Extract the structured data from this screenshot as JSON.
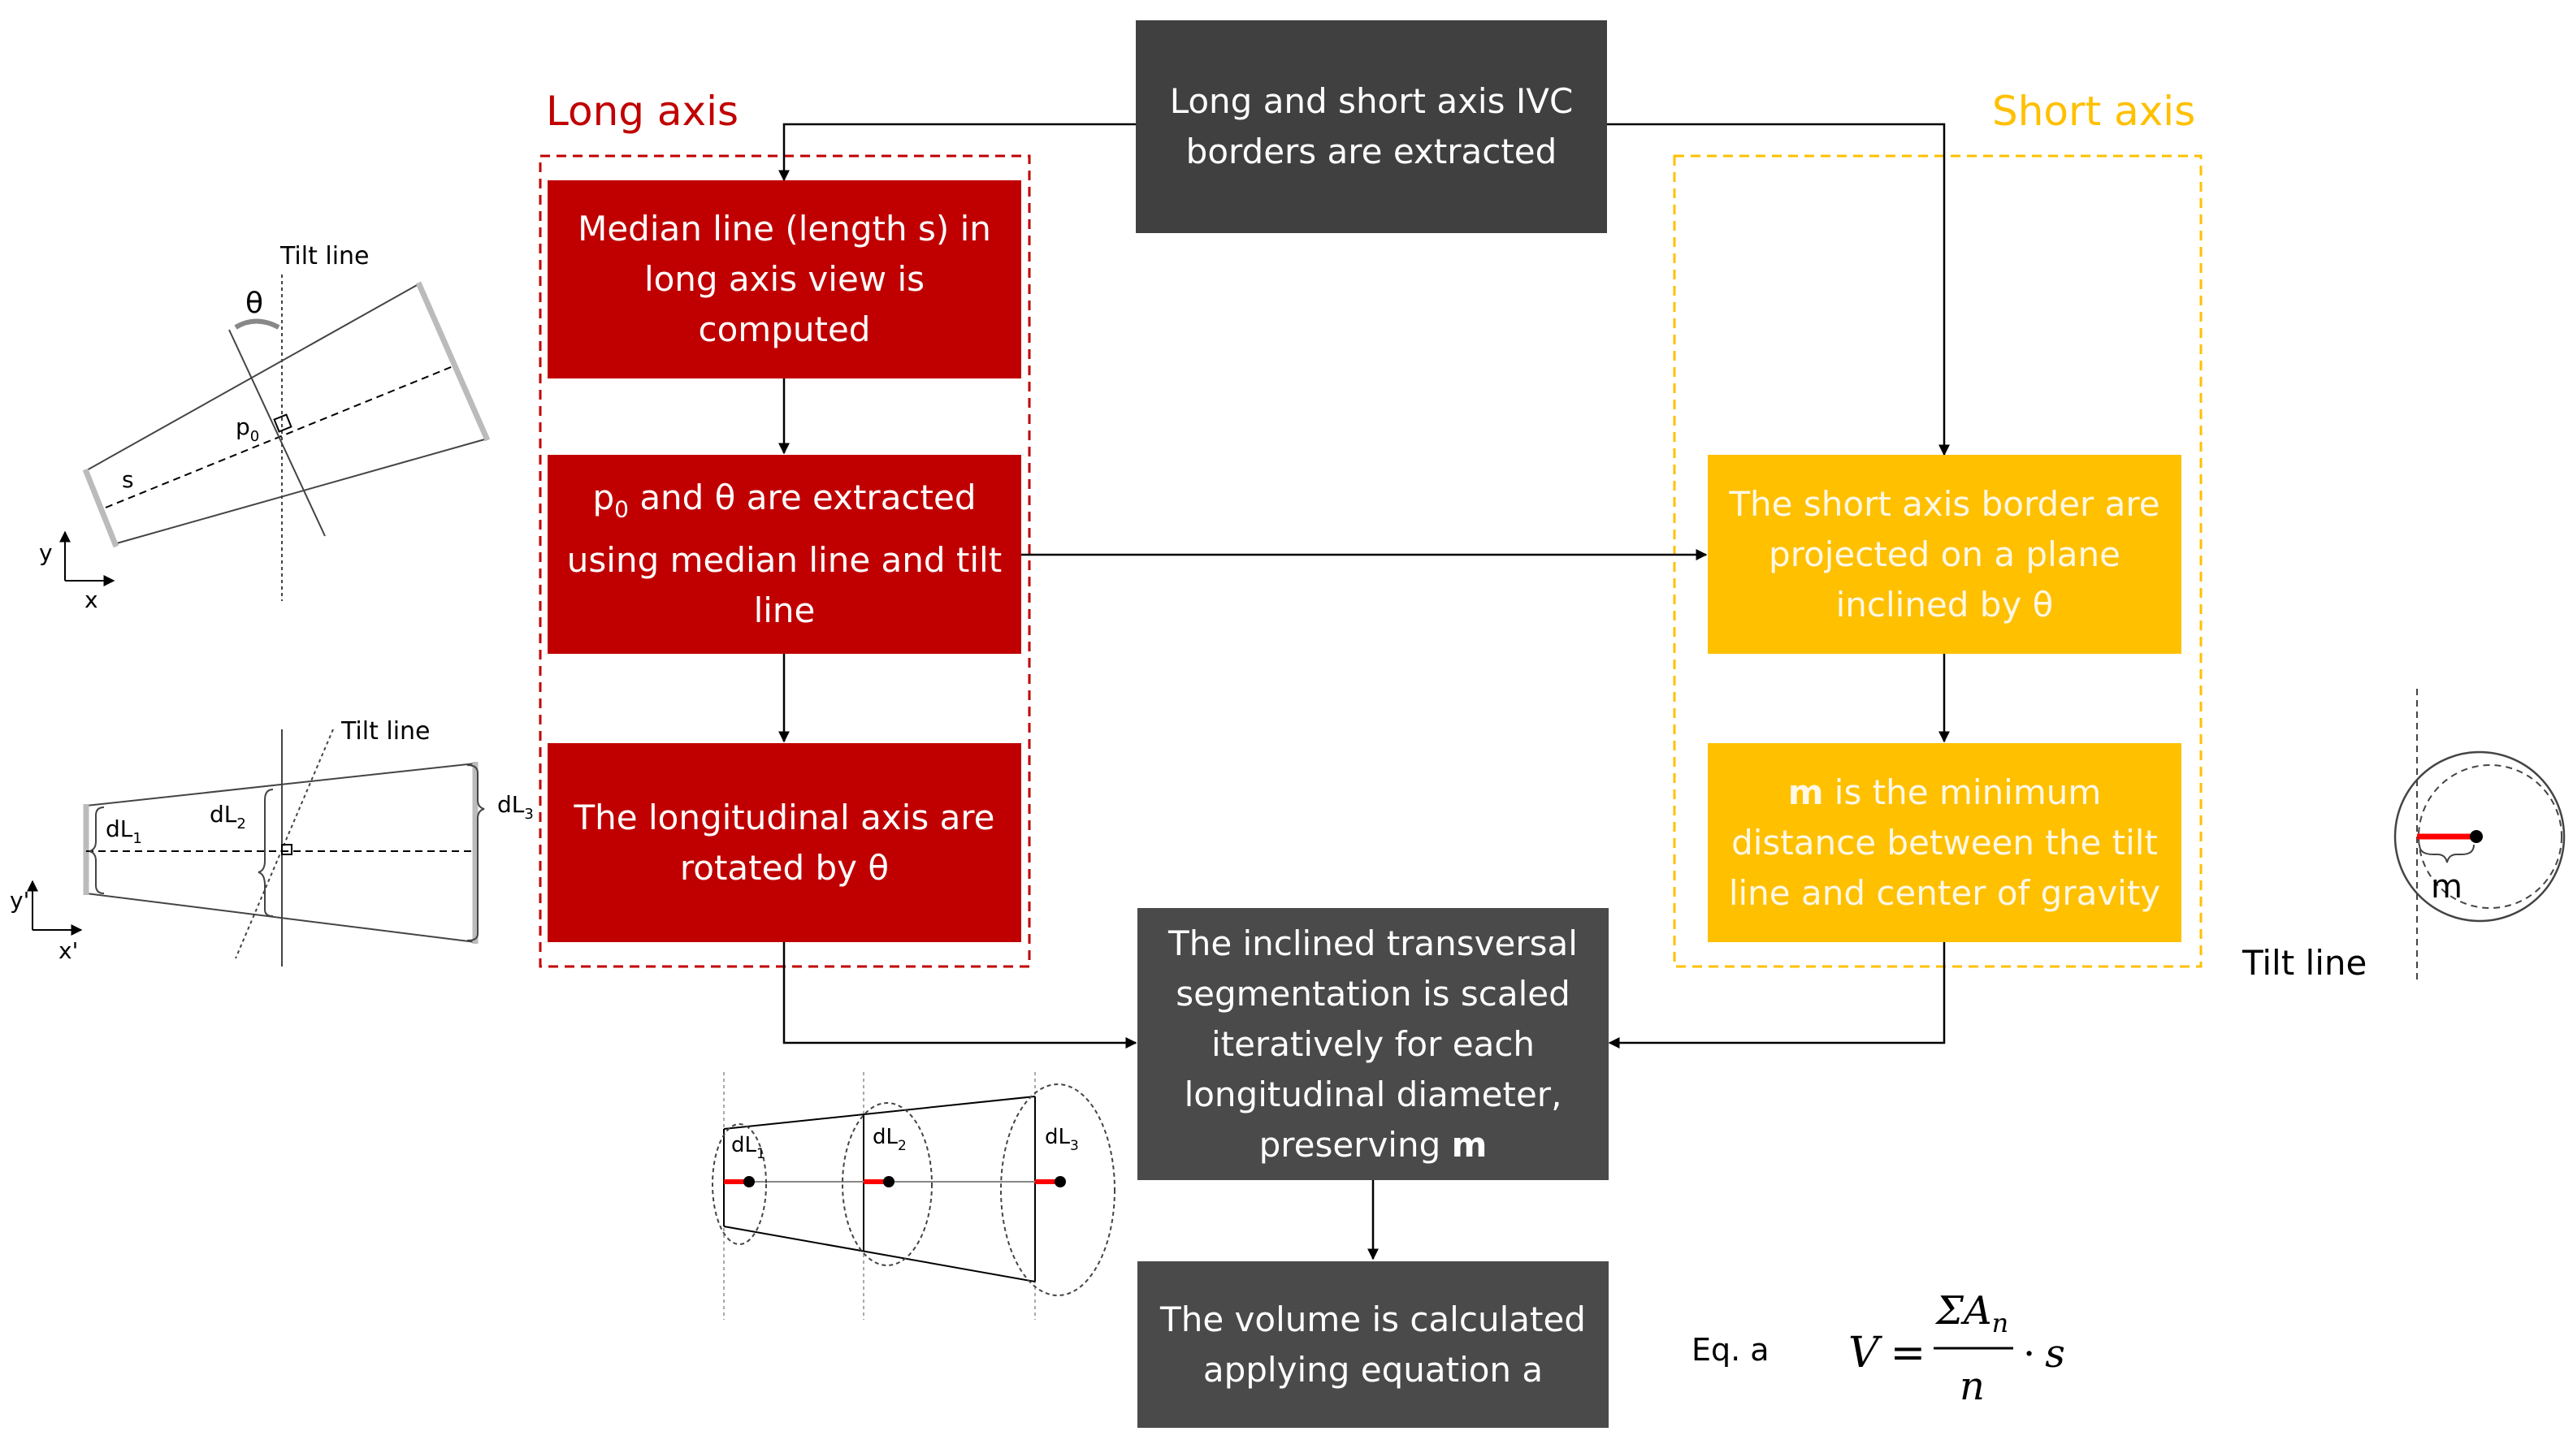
{
  "colors": {
    "dark_box": "#404040",
    "red_box": "#c00000",
    "yellow_box": "#ffc000",
    "long_axis_title": "#c00000",
    "short_axis_title": "#ffc000",
    "arrow": "#000000",
    "measure_red": "#ff0000"
  },
  "groups": {
    "long_axis_title": "Long axis",
    "short_axis_title": "Short axis"
  },
  "boxes": {
    "extract": "Long and short axis IVC\nborders are extracted",
    "median_line": "Median line (length s) in\nlong axis view is\ncomputed",
    "p0_theta_part1": "p",
    "p0_theta_sub": "0",
    "p0_theta_part2": " and θ are extracted\nusing median line and tilt\nline",
    "rotate": "The longitudinal axis are\nrotated by θ",
    "project": "The short axis border are\nprojected on a plane\ninclined by θ",
    "m_bold": "m",
    "m_rest": " is the minimum\ndistance between the tilt\nline and center of gravity",
    "scale_main": "The inclined transversal\nsegmentation is scaled\niteratively for each\nlongitudinal diameter,\npreserving ",
    "scale_bold": "m",
    "volume": "The volume is calculated\napplying equation a"
  },
  "equation": {
    "label": "Eq. a",
    "V": "V",
    "equals": "=",
    "numerator": "ΣA",
    "numerator_sub": "n",
    "denominator": "n",
    "times": "·",
    "s": "s"
  },
  "figures": {
    "fig1": {
      "tilt_line": "Tilt line",
      "theta": "θ",
      "p": "p",
      "p_sub": "0",
      "s": "s",
      "axis_y": "y",
      "axis_x": "x"
    },
    "fig2": {
      "tilt_line": "Tilt line",
      "dL": "dL",
      "sub1": "1",
      "sub2": "2",
      "sub3": "3",
      "axis_y": "y'",
      "axis_x": "x'"
    },
    "fig3": {
      "dL": "dL",
      "sub1": "1",
      "sub2": "2",
      "sub3": "3"
    },
    "fig4": {
      "m": "m",
      "tilt_line": "Tilt line"
    }
  }
}
